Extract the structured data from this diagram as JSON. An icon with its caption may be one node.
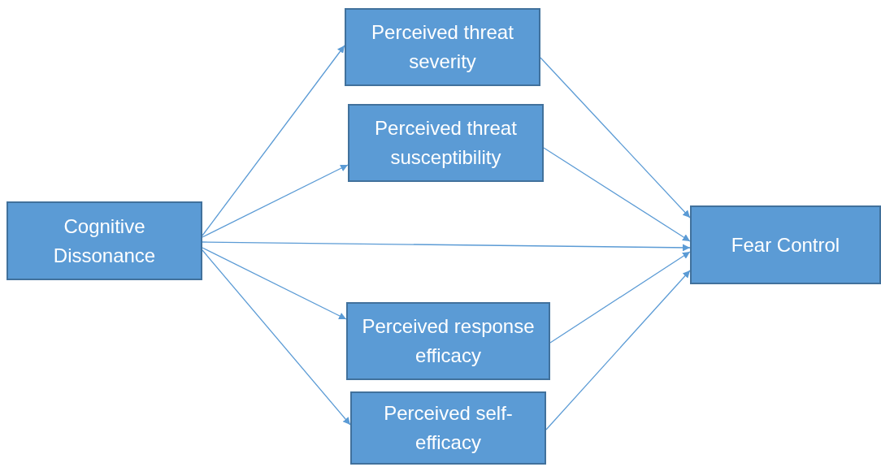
{
  "diagram": {
    "nodes": [
      {
        "text": [
          "Cognitive Dissonance"
        ]
      },
      {
        "text": [
          "Perceived threat severity"
        ]
      },
      {
        "text": [
          "Perceived threat susceptibility"
        ]
      },
      {
        "text": [
          "Fear Control"
        ]
      },
      {
        "text": [
          "Perceived response efficacy"
        ]
      },
      {
        "text": [
          "Perceived self-efficacy"
        ]
      }
    ],
    "edges": [
      {
        "from": 0,
        "to": 1,
        "arrow": "to"
      },
      {
        "from": 0,
        "to": 2,
        "arrow": "to"
      },
      {
        "from": 0,
        "to": 3,
        "arrow": "to"
      },
      {
        "from": 0,
        "to": 4,
        "arrow": "to"
      },
      {
        "from": 0,
        "to": 5,
        "arrow": "to"
      },
      {
        "from": 1,
        "to": 3,
        "arrow": "to"
      },
      {
        "from": 2,
        "to": 3,
        "arrow": "to"
      },
      {
        "from": 4,
        "to": 3,
        "arrow": "to"
      },
      {
        "from": 5,
        "to": 3,
        "arrow": "to"
      }
    ]
  }
}
